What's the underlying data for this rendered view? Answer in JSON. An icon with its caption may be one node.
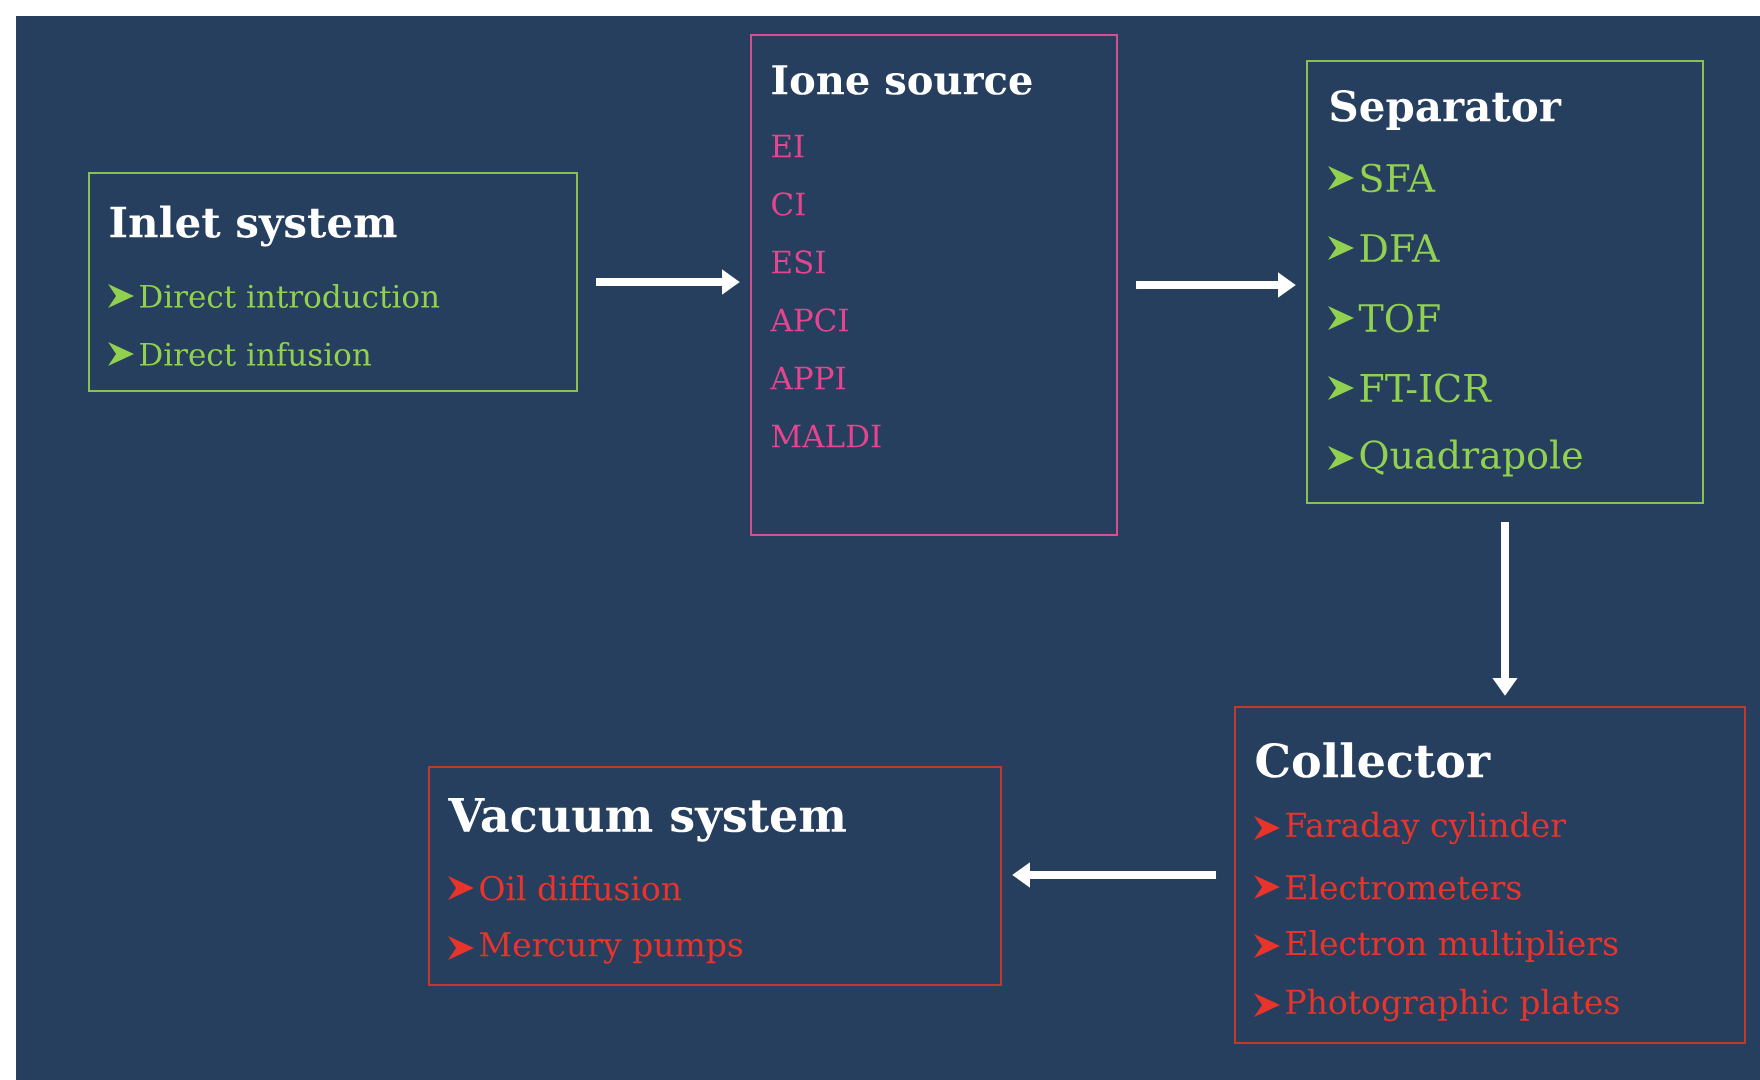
{
  "diagram": {
    "nodes": [
      {
        "text": [
          "Inlet system",
          "Direct introduction",
          "Direct infusion"
        ]
      },
      {
        "text": [
          "Ione source",
          "EI",
          "CI",
          "ESI",
          "APCI",
          "APPI",
          "MALDI"
        ]
      },
      {
        "text": [
          "Separator",
          "SFA",
          "DFA",
          "TOF",
          "FT-ICR",
          "Quadrapole"
        ]
      },
      {
        "text": [
          "Collector",
          "Faraday cylinder",
          "Electrometers",
          "Electron multipliers",
          "Photographic plates"
        ]
      },
      {
        "text": [
          "Vacuum system",
          "Oil diffusion",
          "Mercury pumps"
        ]
      }
    ],
    "edges": [
      {
        "from": 0,
        "to": 1,
        "arrow": "to"
      },
      {
        "from": 1,
        "to": 2,
        "arrow": "to"
      },
      {
        "from": 2,
        "to": 3,
        "arrow": "to"
      },
      {
        "from": 3,
        "to": 4,
        "arrow": "to"
      }
    ]
  }
}
